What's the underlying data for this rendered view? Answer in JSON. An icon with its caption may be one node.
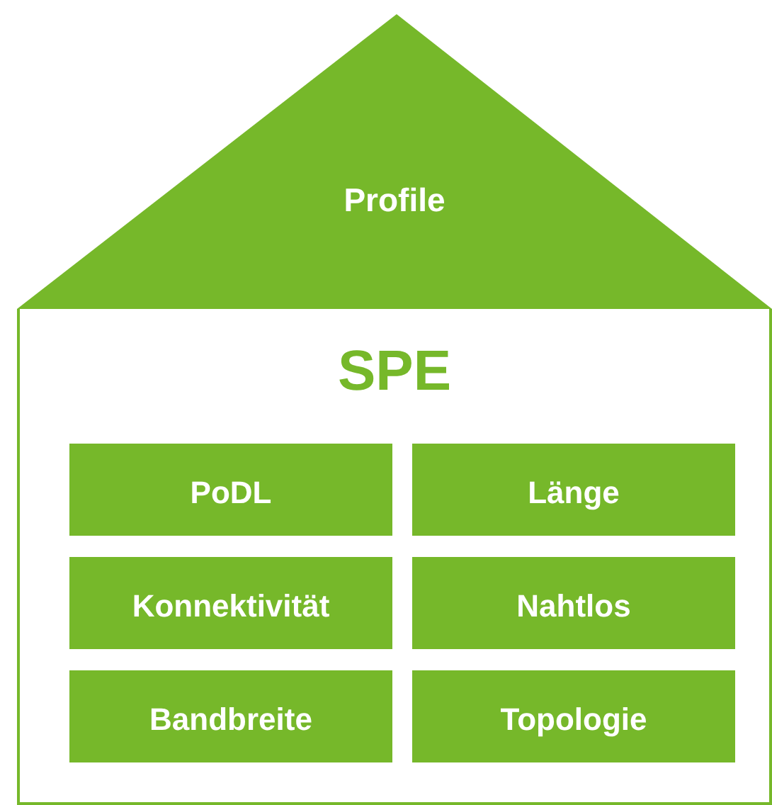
{
  "diagram": {
    "nodes": [
      {
        "text": [
          "Profile"
        ]
      },
      {
        "text": [
          "SPE"
        ]
      },
      {
        "text": [
          "PoDL"
        ],
        "in": 1
      },
      {
        "text": [
          "Länge"
        ],
        "in": 1
      },
      {
        "text": [
          "Konnektivität"
        ],
        "in": 1
      },
      {
        "text": [
          "Nahtlos"
        ],
        "in": 1
      },
      {
        "text": [
          "Bandbreite"
        ],
        "in": 1
      },
      {
        "text": [
          "Topologie"
        ],
        "in": 1
      }
    ]
  }
}
